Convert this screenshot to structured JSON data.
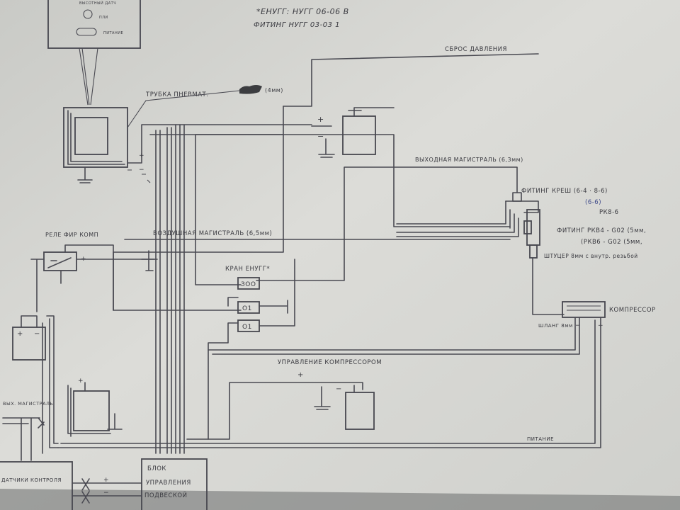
{
  "header": {
    "line1": "*ЕНУГГ: НУГГ 06-06 В",
    "line2": "ФИТИНГ  НУГГ 03-03 1"
  },
  "labels": {
    "sbros": "СБРОС  ДАВЛЕНИЯ",
    "trubka": "ТРУБКА ПНЕВМАТ.",
    "trubka_note": "(4мм)",
    "vyhodnaya": "ВЫХОДНАЯ МАГИСТРАЛЬ (6,3мм)",
    "fiting_kres": "ФИТИНГ КРЕШ (6-4 · 8-6)",
    "fiting_kres_alt": "(6-6)",
    "pk8": "РК8-6",
    "fiting_pkb": "ФИТИНГ  РКВ4 - G02 (5мм,",
    "fiting_pkb2": "(РКВ6 - G02  (5мм,",
    "shtutser": "ШТУЦЕР 8мм с внутр. резьбой",
    "vozdushnaya": "ВОЗДУШНАЯ  МАГИСТРАЛЬ (6,5мм)",
    "rele": "РЕЛЕ ФИР КОМП",
    "kran": "КРАН  ЕНУГГ*",
    "kompressor": "КОМПРЕССОР",
    "shlang": "ШЛАНГ 8мм",
    "upravlenie": "УПРАВЛЕНИЕ КОМПРЕССОРОМ",
    "pitanie": "ПИТАНИЕ",
    "vyhod_magistral": "ВЫХ. МАГИСТРАЛЬ",
    "datchik": "ДАТЧИКИ КОНТРОЛЯ",
    "blok1": "БЛОК",
    "blok2": "УПРАВЛЕНИЯ",
    "blok3": "ПОДВЕСКОЙ",
    "display_line1": "ВЫСОТНЫЙ ДАТЧ",
    "display_line2": "ПЛИ",
    "display_line3": "ПИТАНИЕ",
    "valve_top": "ЗОО",
    "valve_mid": "О1",
    "valve_bot": "О1"
  }
}
